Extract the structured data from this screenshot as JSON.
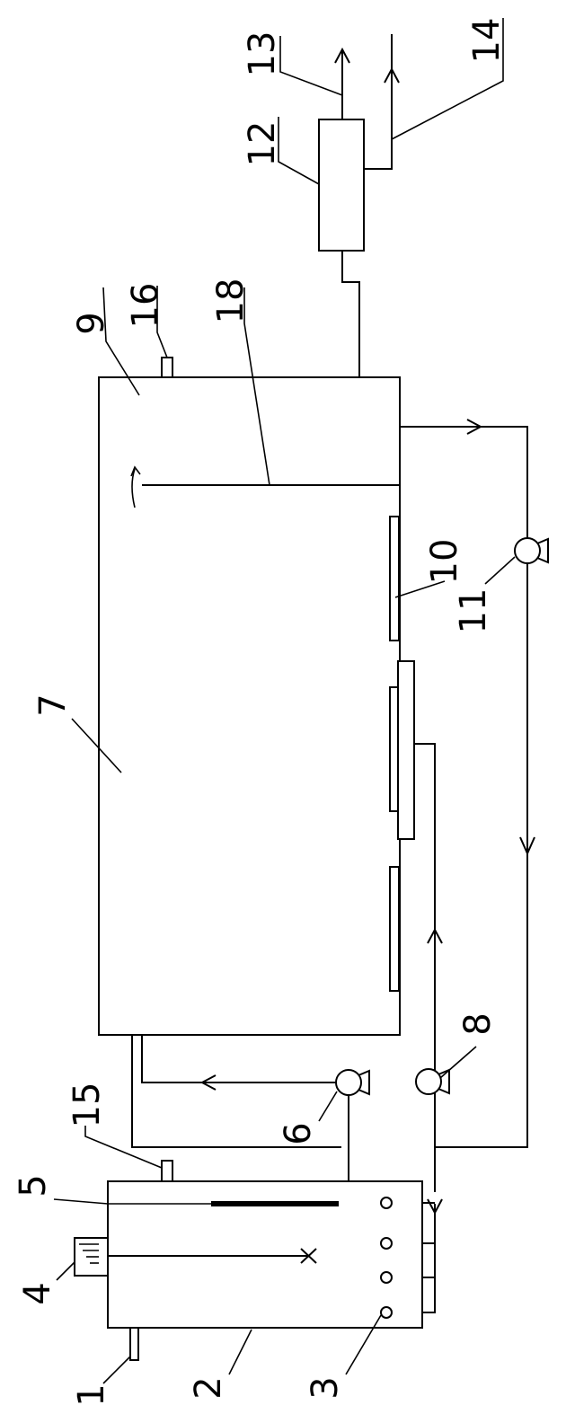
{
  "labels": {
    "n1": "1",
    "n2": "2",
    "n3": "3",
    "n4": "4",
    "n5": "5",
    "n6": "6",
    "n7": "7",
    "n8": "8",
    "n9": "9",
    "n10": "10",
    "n11": "11",
    "n12": "12",
    "n13": "13",
    "n14": "14",
    "n15": "15",
    "n16": "16",
    "n18": "18"
  }
}
